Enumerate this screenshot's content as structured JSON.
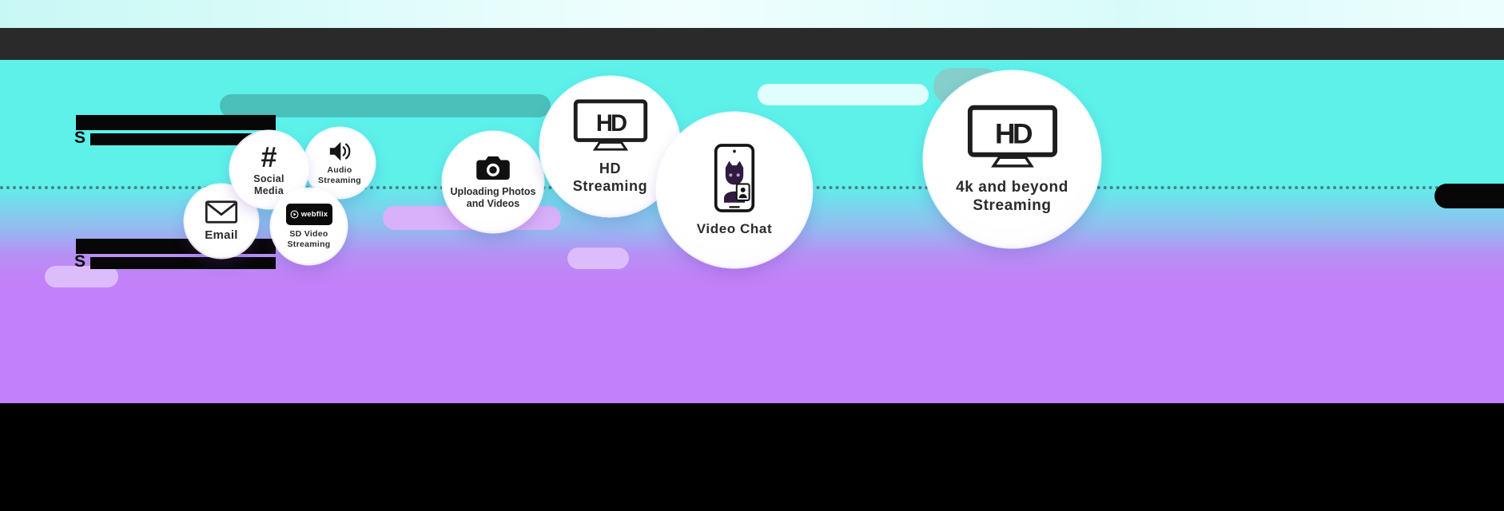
{
  "colors": {
    "cyan_background": "#5df1ea",
    "purple_background": "#c281f8",
    "dark_header_bar": "#2b2a2a",
    "footer_black": "#000000",
    "bubble_fill": "#ffffff",
    "bubble_rim": "#d9c6f5",
    "label_text": "#2b2b2b",
    "teal_capsule": "#49c0ba",
    "purple_capsule": "#d8b1fa"
  },
  "redacted_labels": {
    "s_top": "S",
    "s_bottom": "S"
  },
  "bubbles": {
    "email": {
      "label": "Email"
    },
    "social_media": {
      "line1": "Social",
      "line2": "Media",
      "hashtag_glyph": "#"
    },
    "audio_streaming": {
      "line1": "Audio",
      "line2": "Streaming"
    },
    "sd_video": {
      "line1": "SD Video",
      "line2": "Streaming",
      "logo_text": "webflix"
    },
    "uploading": {
      "line1": "Uploading Photos",
      "line2": "and Videos"
    },
    "hd_streaming": {
      "line1": "HD",
      "line2": "Streaming",
      "tv_text": "HD"
    },
    "video_chat": {
      "label": "Video Chat"
    },
    "uhd_streaming": {
      "line1": "4k and beyond",
      "line2": "Streaming",
      "tv_text": "HD"
    }
  }
}
